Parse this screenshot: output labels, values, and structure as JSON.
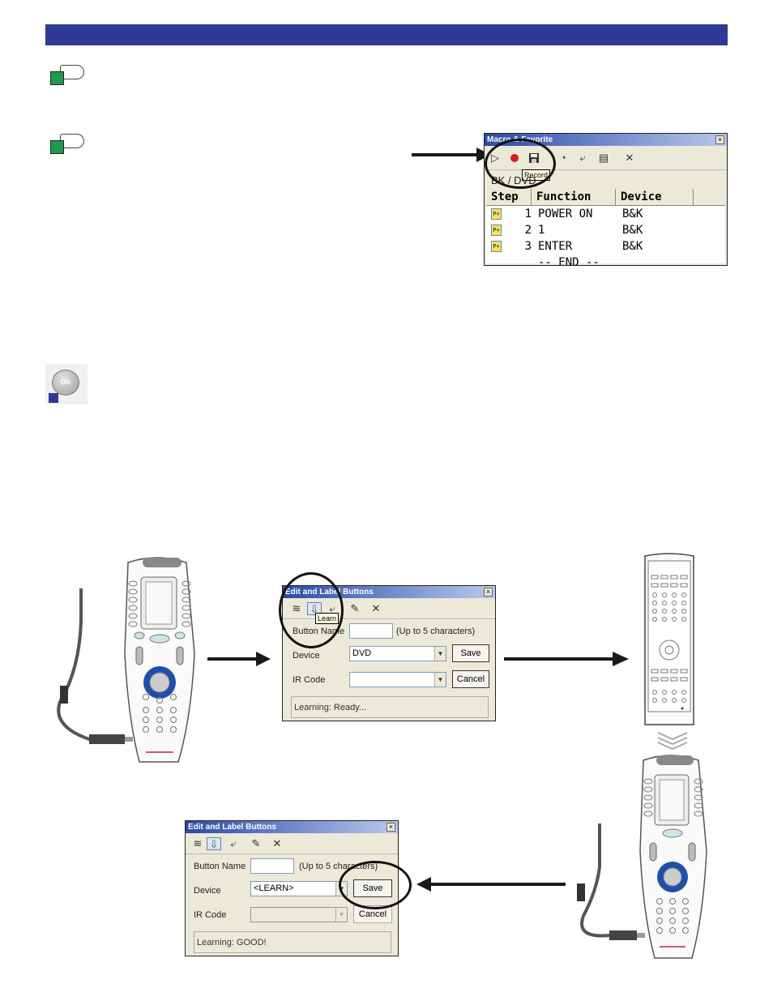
{
  "macro_window": {
    "title": "Macro & Favorite",
    "close_glyph": "×",
    "tooltip": "Record",
    "device_label": "BK / DVD",
    "columns": [
      "Step",
      "Function",
      "Device"
    ],
    "rows": [
      {
        "icon": "P+",
        "step": "1",
        "function": "POWER ON",
        "device": "B&K"
      },
      {
        "icon": "P+",
        "step": "2",
        "function": "1",
        "device": "B&K"
      },
      {
        "icon": "P+",
        "step": "3",
        "function": "ENTER",
        "device": "B&K"
      }
    ],
    "end_marker": "-- END --",
    "record_color": "#e01818"
  },
  "on_button": {
    "label": "ON"
  },
  "learn_dialog_1": {
    "title": "Edit and Label Buttons",
    "close_glyph": "×",
    "tooltip": "Learn",
    "button_name_label": "Button Name",
    "button_name_value": "",
    "hint": "(Up to 5 characters)",
    "device_label": "Device",
    "device_value": "DVD",
    "save_label": "Save",
    "ir_code_label": "IR Code",
    "ir_code_value": "",
    "cancel_label": "Cancel",
    "status": "Learning: Ready..."
  },
  "learn_dialog_2": {
    "title": "Edit and Label Buttons",
    "close_glyph": "×",
    "button_name_label": "Button Name",
    "button_name_value": "",
    "hint": "(Up to 5 characters)",
    "device_label": "Device",
    "device_value": "<LEARN>",
    "save_label": "Save",
    "ir_code_label": "IR Code",
    "ir_code_value": "",
    "cancel_label": "Cancel",
    "status": "Learning: GOOD!"
  },
  "colors": {
    "header_bar": "#2e3a93",
    "step_icon_green": "#1f9a4e",
    "remote_blue": "#1f4fa8"
  }
}
